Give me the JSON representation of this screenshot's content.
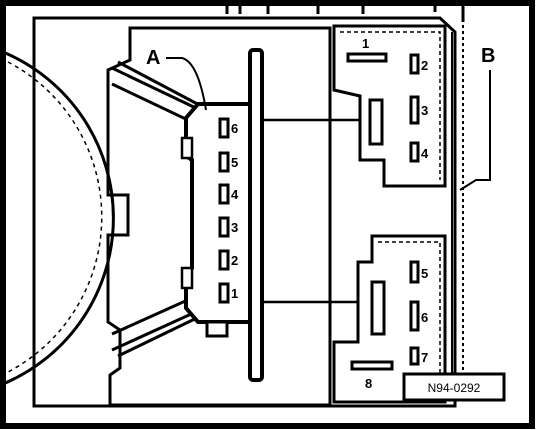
{
  "diagram": {
    "callout_a": "A",
    "callout_b": "B",
    "reference_code": "N94-0292",
    "connector_pins": [
      "6",
      "5",
      "4",
      "3",
      "2",
      "1"
    ],
    "upper_relay_pins": [
      "1",
      "2",
      "3",
      "4"
    ],
    "lower_relay_pins": [
      "5",
      "6",
      "7",
      "8"
    ]
  }
}
